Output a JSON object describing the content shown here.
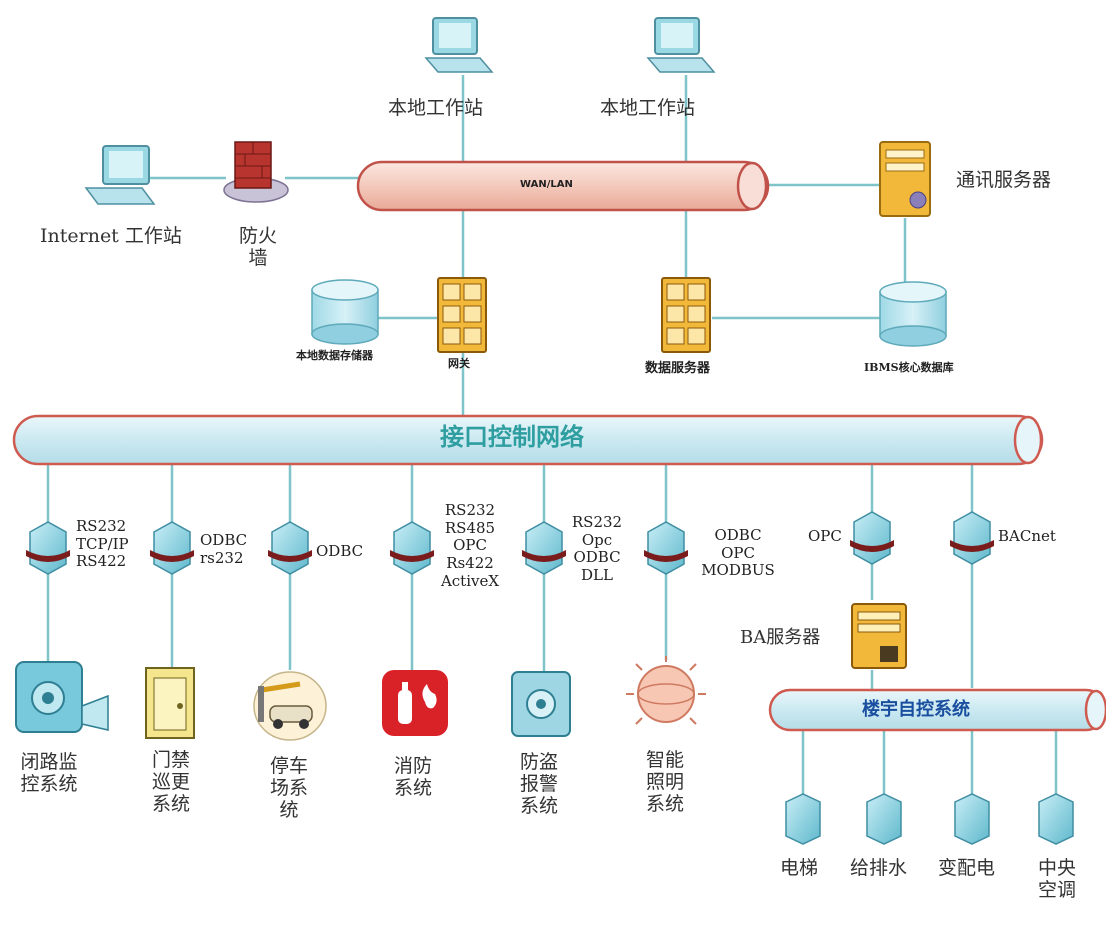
{
  "network": {
    "wan_bus": "WAN/LAN",
    "interface_bus": "接口控制网络",
    "ba_bus": "楼宇自控系统"
  },
  "top_nodes": {
    "workstation_1": "本地工作站",
    "workstation_2": "本地工作站",
    "internet_workstation": "Internet 工作站",
    "firewall": "防火墙",
    "comm_server": "通讯服务器"
  },
  "middle_nodes": {
    "local_storage": "本地数据存储器",
    "gateway": "网关",
    "data_server": "数据服务器",
    "core_db": "IBMS核心数据库"
  },
  "protocols": {
    "p1": [
      "RS232",
      "TCP/IP",
      "RS422"
    ],
    "p2": [
      "ODBC",
      "rs232"
    ],
    "p3": [
      "ODBC"
    ],
    "p4": [
      "RS232",
      "RS485",
      "OPC",
      "Rs422",
      "ActiveX"
    ],
    "p5": [
      "RS232",
      "Opc",
      "ODBC",
      "DLL"
    ],
    "p6": [
      "ODBC",
      "OPC",
      "MODBUS"
    ],
    "p7": [
      "OPC"
    ],
    "p8": [
      "BACnet"
    ]
  },
  "subsystems": {
    "cctv": [
      "闭路监",
      "控系统"
    ],
    "access": [
      "门禁",
      "巡更",
      "系统"
    ],
    "parking": [
      "停车",
      "场系",
      "统"
    ],
    "fire": [
      "消防",
      "系统"
    ],
    "alarm": [
      "防盗",
      "报警",
      "系统"
    ],
    "lighting": [
      "智能",
      "照明",
      "系统"
    ]
  },
  "ba": {
    "server": "BA服务器",
    "elevator": "电梯",
    "water": "给排水",
    "power": "变配电",
    "hvac": [
      "中央",
      "空调"
    ]
  },
  "colors": {
    "pipe_fill": "#f6d6cc",
    "pipe_stroke": "#c0524a",
    "bus_fill": "#d7eef4",
    "bus_stroke": "#cf5a50",
    "line": "#7fc4c8",
    "device_cyan": "#7fd0e0",
    "server_yellow": "#f2b83a",
    "band": "#7a1c1c"
  }
}
